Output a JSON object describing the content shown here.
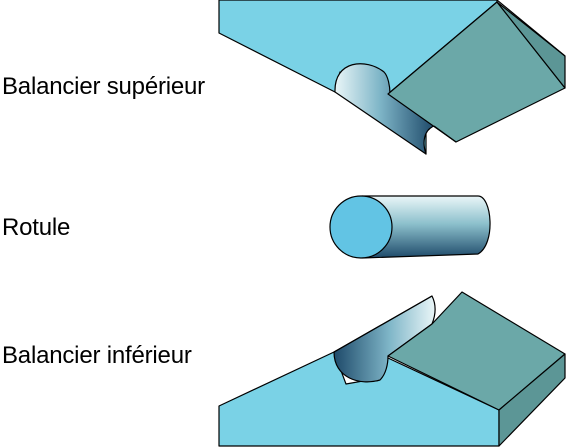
{
  "labels": {
    "upper_rocker": "Balancier supérieur",
    "ball_joint": "Rotule",
    "lower_rocker": "Balancier inférieur"
  },
  "colors": {
    "face_top": "#7ad2e6",
    "face_side": "#6ba8a8",
    "face_end": "#5c9696",
    "cylinder_light": "#eaf6f8",
    "cylinder_mid": "#7fb6c8",
    "cylinder_dark": "#1e4a6a",
    "cylinder_cap": "#62c4e4",
    "stroke": "#000000"
  }
}
